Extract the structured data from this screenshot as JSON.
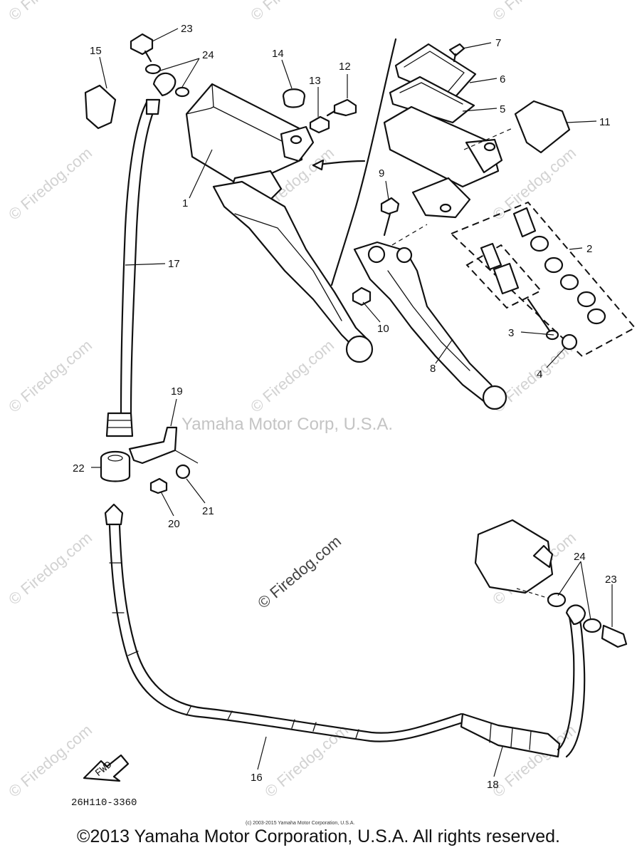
{
  "callouts": [
    "23",
    "24",
    "15",
    "14",
    "13",
    "12",
    "7",
    "6",
    "5",
    "11",
    "1",
    "9",
    "2",
    "17",
    "10",
    "3",
    "8",
    "4",
    "19",
    "22",
    "20",
    "21",
    "24",
    "23",
    "16",
    "18"
  ],
  "watermarks": {
    "center_text": "Yamaha Motor Corp, U.S.A.",
    "site_text": "© Firedog.com",
    "site_text_dark": "© Firedog.com"
  },
  "direction_arrow_text": "FWD",
  "drawing_code": "26H110-3360",
  "fine_copyright": "(c) 2003-2015 Yamaha Motor Corporation, U.S.A.",
  "footer_copyright": "©2013 Yamaha Motor Corporation, U.S.A. All rights reserved."
}
